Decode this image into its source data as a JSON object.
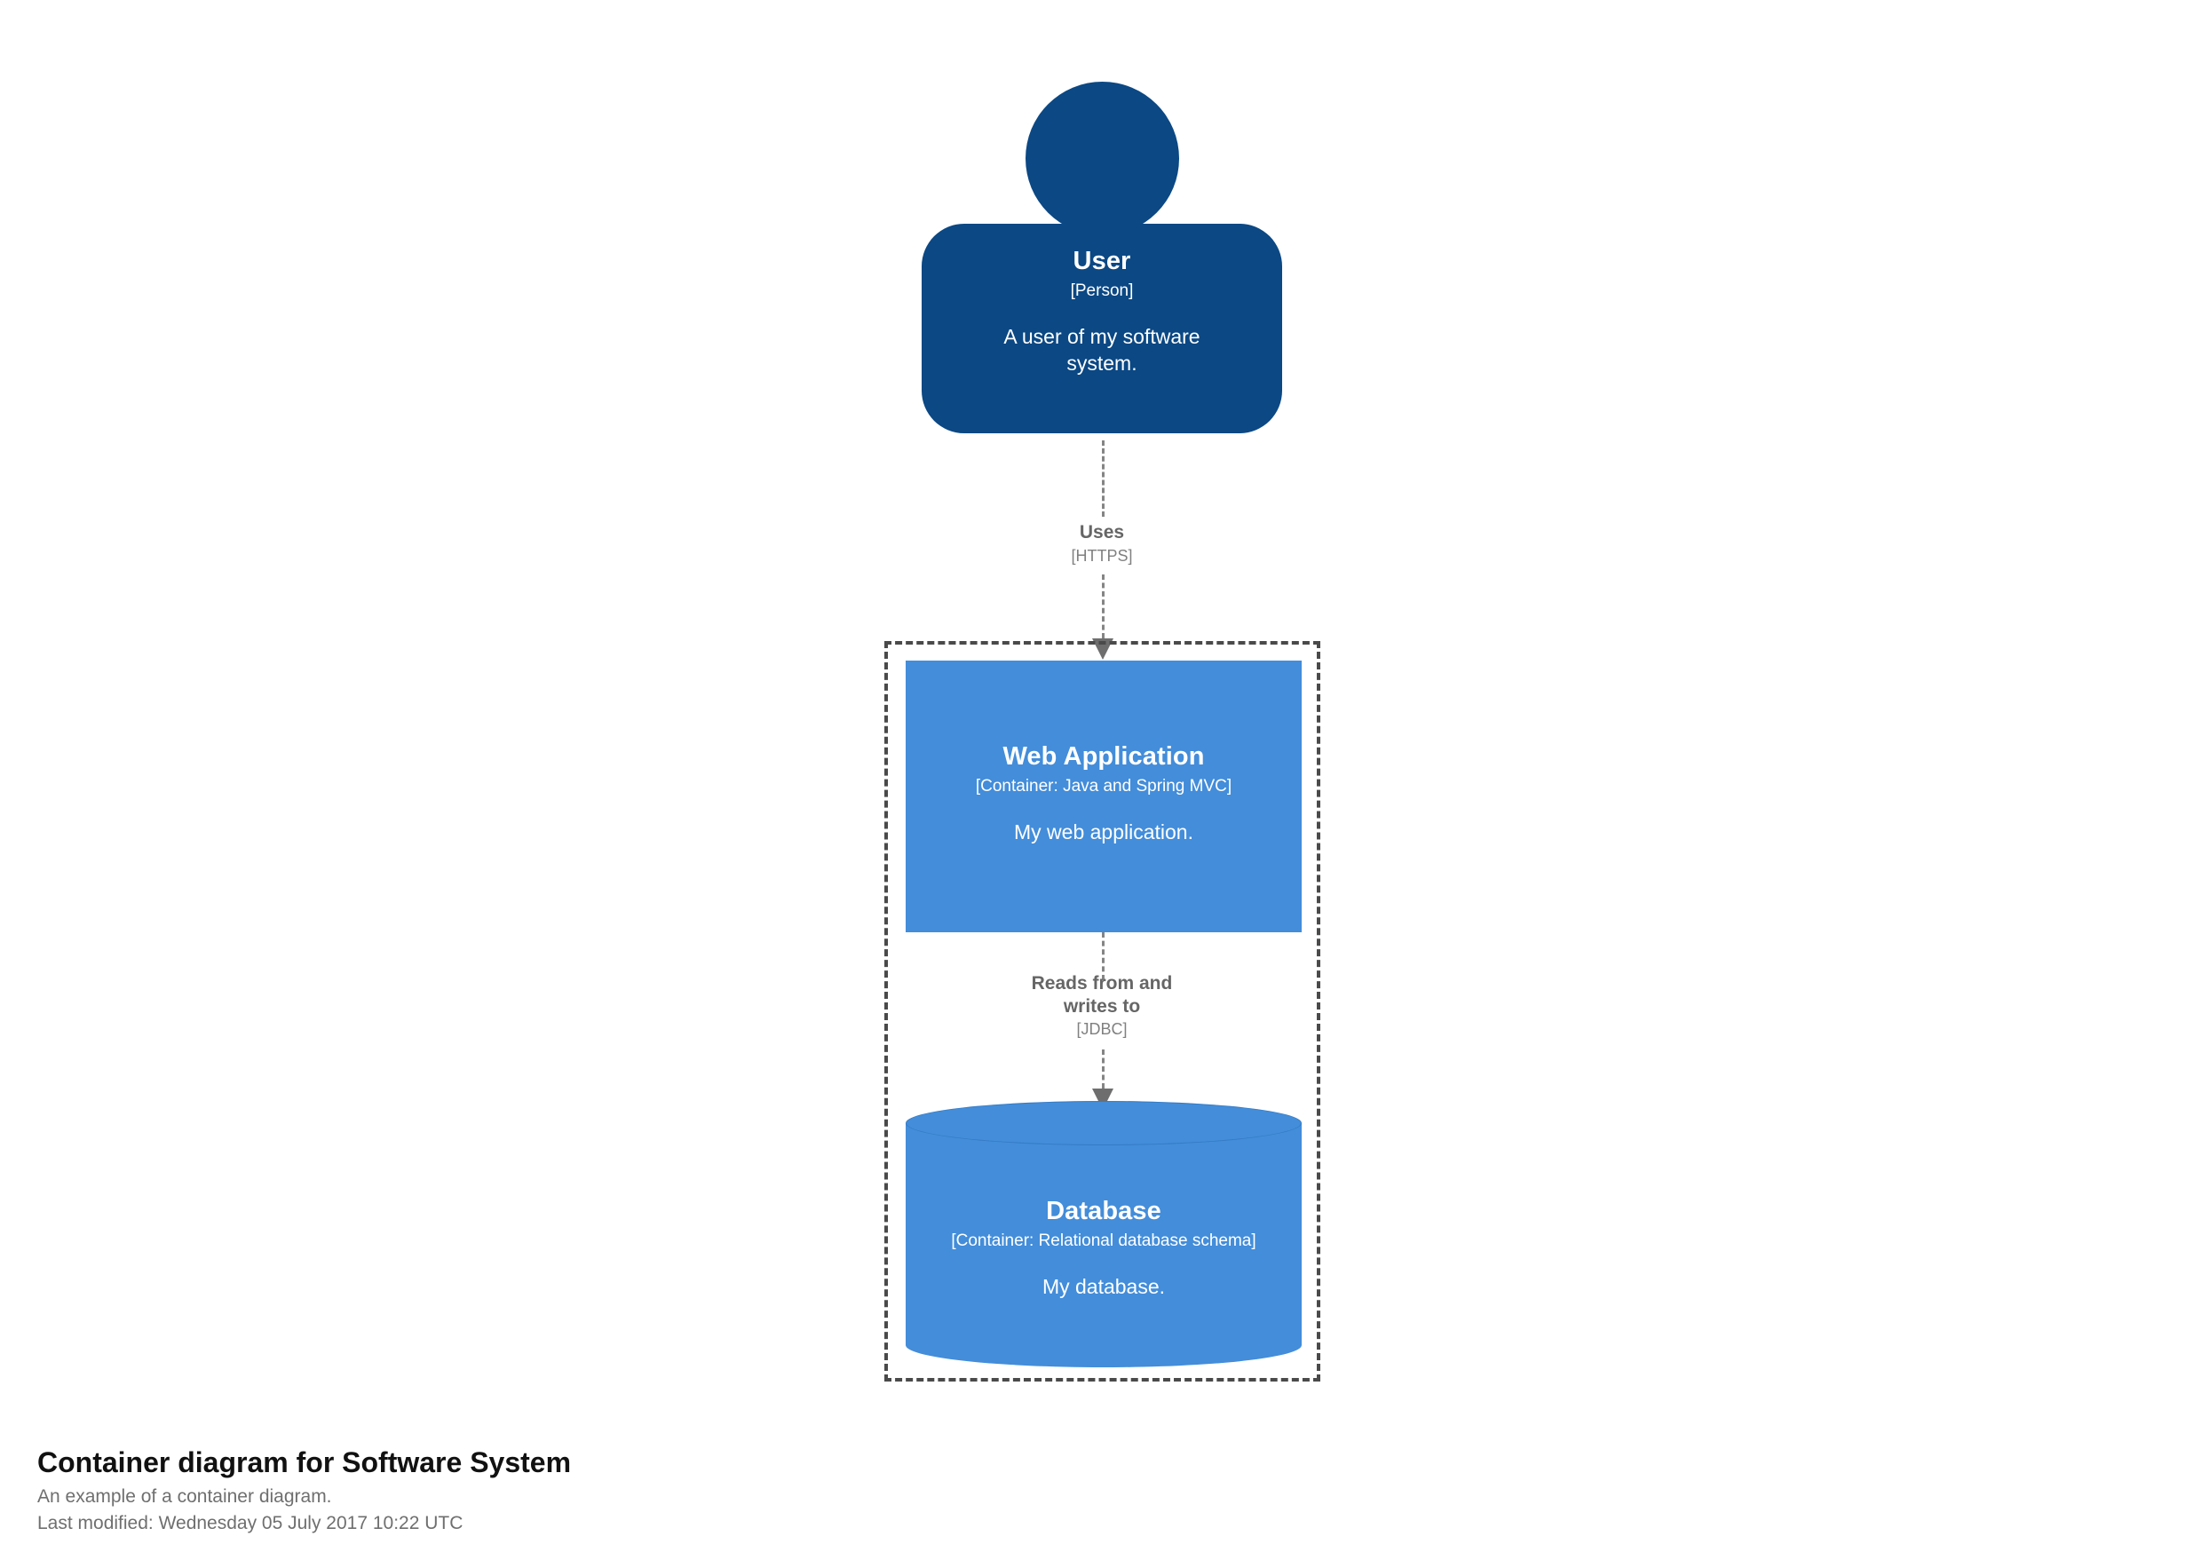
{
  "diagram": {
    "title": "Container diagram for Software System",
    "description": "An example of a container diagram.",
    "last_modified": "Last modified: Wednesday 05 July 2017 10:22 UTC",
    "colors": {
      "person_fill": "#0B4884",
      "container_fill": "#438DDA",
      "boundary_stroke": "#4a4a4a",
      "relationship_stroke": "#858585",
      "element_text": "#FFFFFF",
      "relationship_text": "#666666",
      "caption_title": "#111111",
      "caption_sub": "#6F6F6F",
      "background": "#FFFFFF"
    }
  },
  "elements": {
    "person": {
      "name": "User",
      "tech": "[Person]",
      "description_line1": "A user of my software",
      "description_line2": "system.",
      "shape": "person"
    },
    "web_application": {
      "name": "Web Application",
      "tech": "[Container: Java and Spring MVC]",
      "description": "My web application.",
      "shape": "box"
    },
    "database": {
      "name": "Database",
      "tech": "[Container: Relational database schema]",
      "description": "My database.",
      "shape": "cylinder"
    }
  },
  "relationships": {
    "user_to_webapp": {
      "description": "Uses",
      "technology": "[HTTPS]"
    },
    "webapp_to_database": {
      "description_line1": "Reads from and",
      "description_line2": "writes to",
      "technology": "[JDBC]"
    }
  }
}
